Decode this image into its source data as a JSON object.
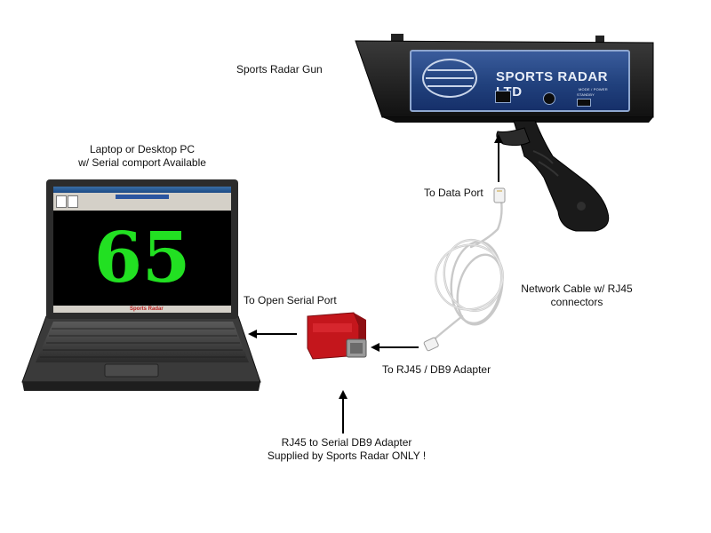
{
  "labels": {
    "radar_gun": "Sports Radar Gun",
    "pc_line1": "Laptop or Desktop PC",
    "pc_line2": "w/ Serial comport Available",
    "data_port": "To Data Port",
    "network_line1": "Network Cable w/ RJ45",
    "network_line2": "connectors",
    "open_serial": "To Open Serial Port",
    "rj45_adapter": "To RJ45 / DB9 Adapter",
    "adapter_line1": "RJ45 to Serial DB9 Adapter",
    "adapter_line2": "Supplied by Sports Radar ONLY !"
  },
  "laptop_screen": {
    "speed": "65",
    "footer_logo": "Sports Radar"
  },
  "radar_gun_device": {
    "brand": "SPORTS RADAR LTD",
    "mode_label": "MODE / POWER",
    "power_label": "STANDBY"
  },
  "colors": {
    "speed_digits": "#22e022",
    "gun_body": "#1a1a1a",
    "gun_plate": "#21417d",
    "adapter": "#c4161c",
    "cable": "#e6e6e6",
    "arrow": "#000000"
  }
}
